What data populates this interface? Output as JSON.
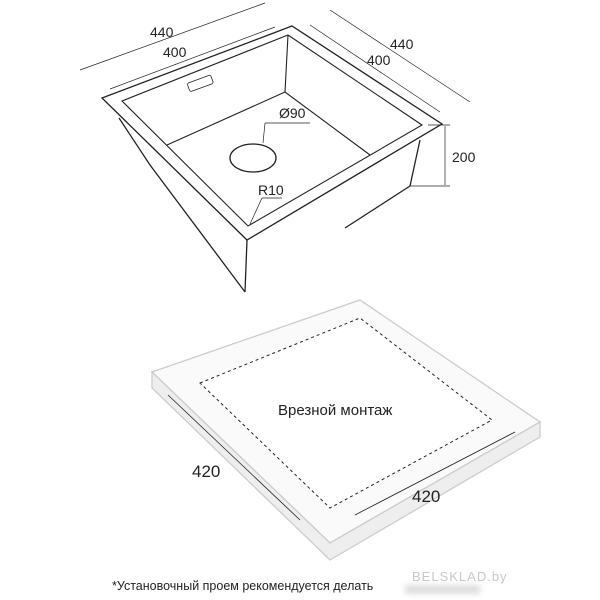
{
  "sink": {
    "dimensions": {
      "outer_width": "440",
      "inner_width": "400",
      "outer_depth": "440",
      "inner_depth": "400",
      "height": "200",
      "drain_diameter": "Ø90",
      "corner_radius": "R10"
    }
  },
  "cutout": {
    "label": "Врезной монтаж",
    "width": "420",
    "depth": "420"
  },
  "footnote": "*Установочный проем рекомендуется делать",
  "watermark": "BELSKLAD.by"
}
